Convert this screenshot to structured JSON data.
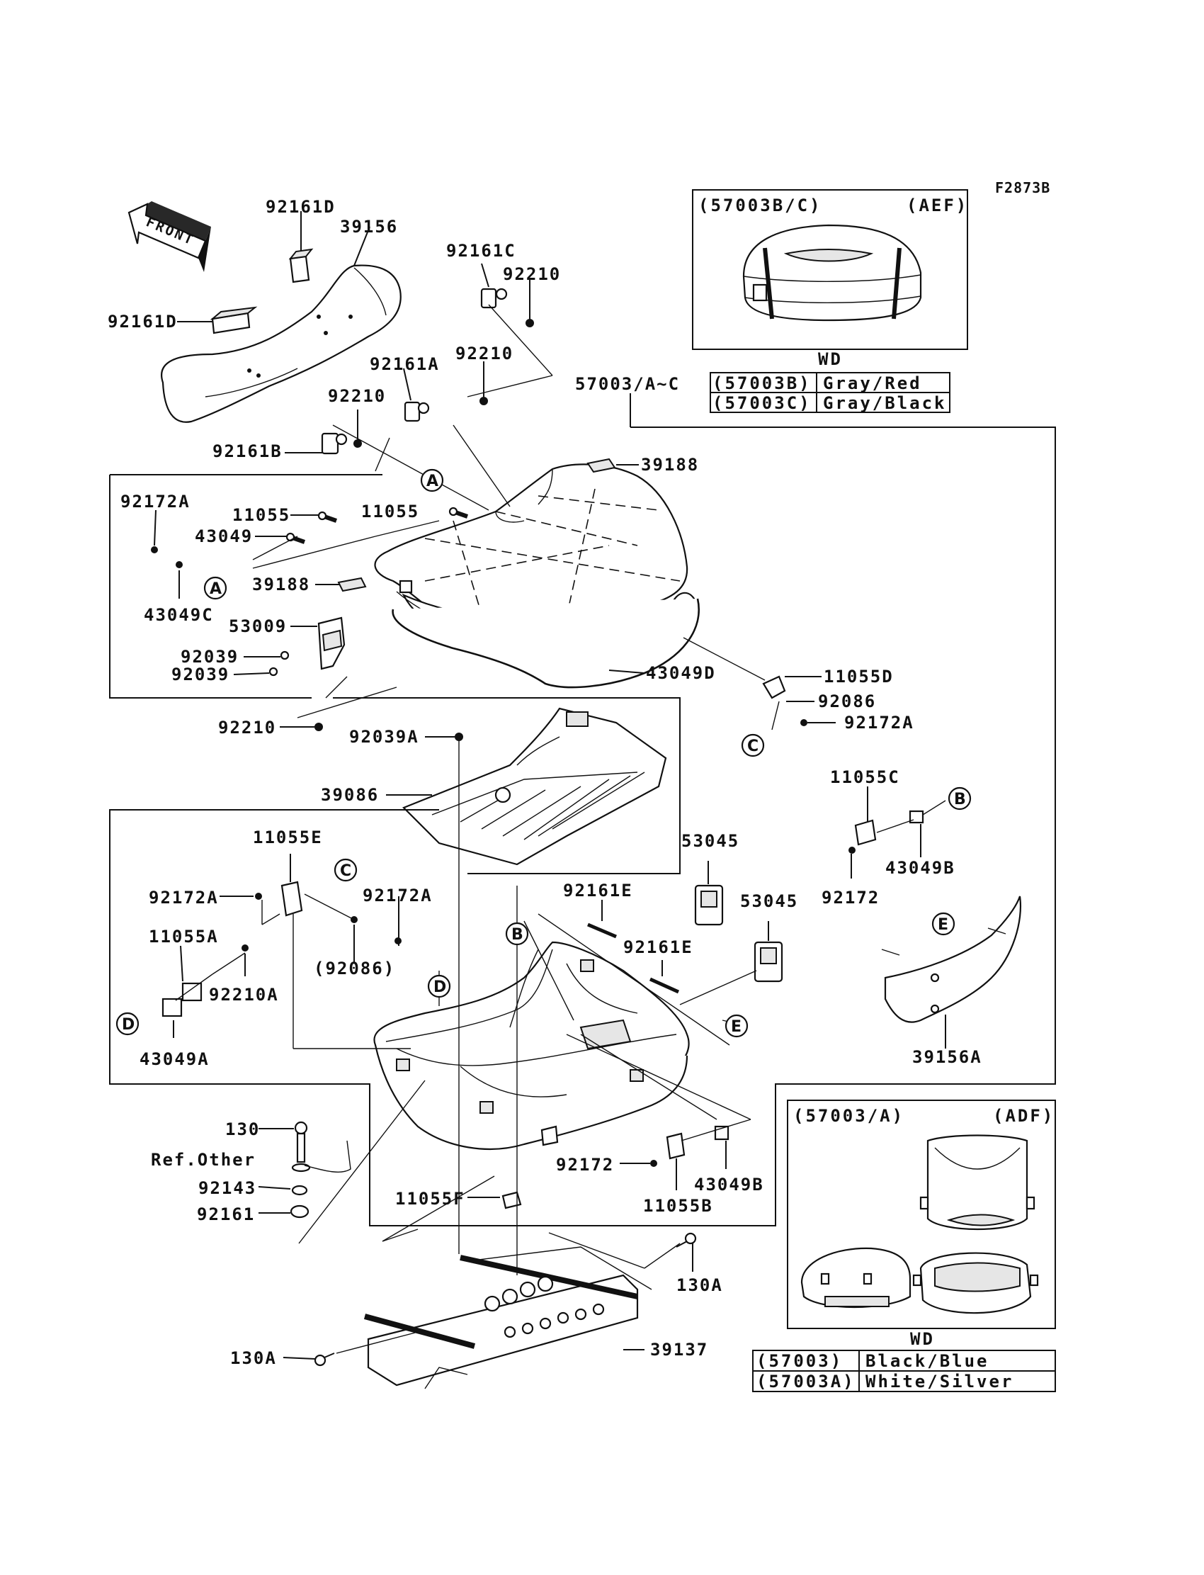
{
  "figure_code": "F2873B",
  "front_label": "FRONT",
  "callouts": {
    "c_92161D_top": "92161D",
    "c_39156": "39156",
    "c_92161D_left": "92161D",
    "c_92161C": "92161C",
    "c_92210_a": "92210",
    "c_92161A": "92161A",
    "c_92210_b": "92210",
    "c_92210_c": "92210",
    "c_92161B": "92161B",
    "c_57003AC": "57003/A~C",
    "c_39188_a": "39188",
    "c_92172A_a": "92172A",
    "c_11055_a": "11055",
    "c_11055_b": "11055",
    "c_43049": "43049",
    "c_39188_b": "39188",
    "c_43049C": "43049C",
    "c_53009": "53009",
    "c_92039_a": "92039",
    "c_92039_b": "92039",
    "c_43049D": "43049D",
    "c_11055D": "11055D",
    "c_92086": "92086",
    "c_92172A_b": "92172A",
    "c_92210_d": "92210",
    "c_92039A": "92039A",
    "c_39086": "39086",
    "c_11055C": "11055C",
    "c_43049B_a": "43049B",
    "c_92172_a": "92172",
    "c_11055E": "11055E",
    "c_92172A_c": "92172A",
    "c_92172A_d": "92172A",
    "c_92086p": "(92086)",
    "c_11055A": "11055A",
    "c_92210A": "92210A",
    "c_43049A": "43049A",
    "c_53045_a": "53045",
    "c_53045_b": "53045",
    "c_92161E_a": "92161E",
    "c_92161E_b": "92161E",
    "c_39156A": "39156A",
    "c_130": "130",
    "c_refother": "Ref.Other",
    "c_92143": "92143",
    "c_92161": "92161",
    "c_11055F": "11055F",
    "c_92172_b": "92172",
    "c_43049B_b": "43049B",
    "c_11055B": "11055B",
    "c_130A_a": "130A",
    "c_130A_b": "130A",
    "c_39137": "39137"
  },
  "ref_letters": {
    "A1": "A",
    "A2": "A",
    "B1": "B",
    "B2": "B",
    "C1": "C",
    "C2": "C",
    "D1": "D",
    "D2": "D",
    "E1": "E",
    "E2": "E"
  },
  "variant_box_top": {
    "part_label": "(57003B/C)",
    "region_label": "(AEF)",
    "caption": "WD",
    "rows": [
      {
        "code": "(57003B)",
        "color": "Gray/Red"
      },
      {
        "code": "(57003C)",
        "color": "Gray/Black"
      }
    ]
  },
  "variant_box_bottom": {
    "part_label": "(57003/A)",
    "region_label": "(ADF)",
    "caption": "WD",
    "rows": [
      {
        "code": "(57003)",
        "color": "Black/Blue"
      },
      {
        "code": "(57003A)",
        "color": "White/Silver"
      }
    ]
  }
}
